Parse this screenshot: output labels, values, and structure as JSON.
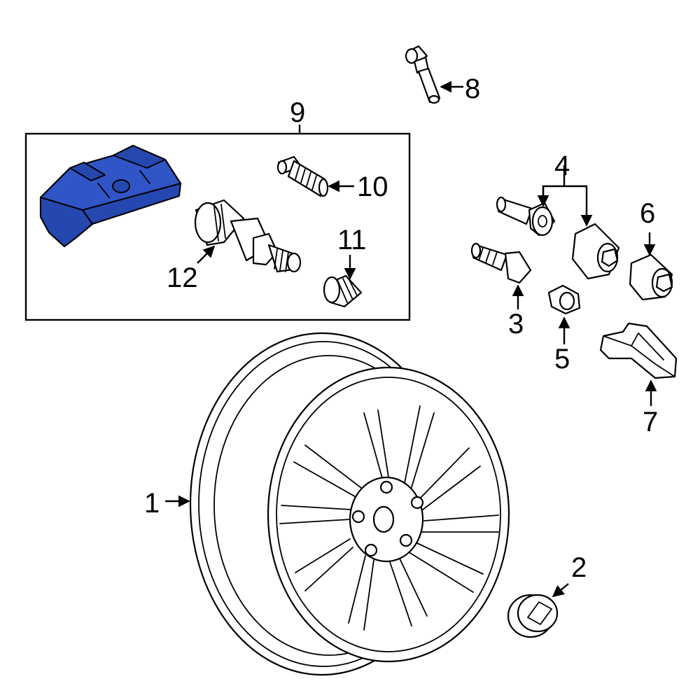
{
  "callouts": {
    "c1": "1",
    "c2": "2",
    "c3": "3",
    "c4": "4",
    "c5": "5",
    "c6": "6",
    "c7": "7",
    "c8": "8",
    "c9": "9",
    "c10": "10",
    "c11": "11",
    "c12": "12"
  },
  "colors": {
    "highlight": "#2f55c7",
    "line": "#000000",
    "background": "#ffffff"
  }
}
